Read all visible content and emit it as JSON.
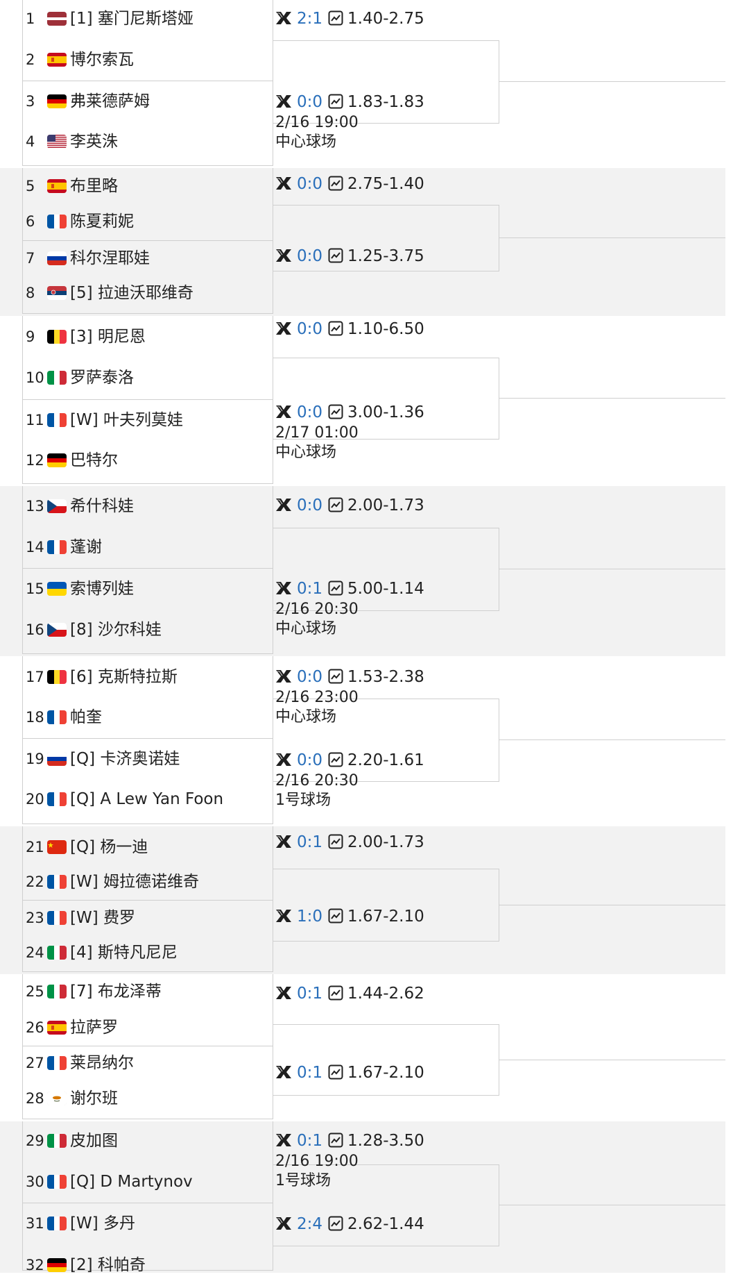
{
  "players": [
    {
      "num": "1",
      "flag": "latvia",
      "name": "[1] 塞门尼斯塔娅"
    },
    {
      "num": "2",
      "flag": "spain",
      "name": "博尔索瓦"
    },
    {
      "num": "3",
      "flag": "germany",
      "name": "弗莱德萨姆"
    },
    {
      "num": "4",
      "flag": "usa",
      "name": "李英洙"
    },
    {
      "num": "5",
      "flag": "spain",
      "name": "布里略"
    },
    {
      "num": "6",
      "flag": "france",
      "name": "陈夏莉妮"
    },
    {
      "num": "7",
      "flag": "russia",
      "name": "科尔涅耶娃"
    },
    {
      "num": "8",
      "flag": "serbia",
      "name": "[5] 拉迪沃耶维奇"
    },
    {
      "num": "9",
      "flag": "belgium",
      "name": "[3] 明尼恩"
    },
    {
      "num": "10",
      "flag": "italy",
      "name": "罗萨泰洛"
    },
    {
      "num": "11",
      "flag": "france",
      "name": "[W] 叶夫列莫娃"
    },
    {
      "num": "12",
      "flag": "germany",
      "name": "巴特尔"
    },
    {
      "num": "13",
      "flag": "czech",
      "name": "希什科娃"
    },
    {
      "num": "14",
      "flag": "france",
      "name": "蓬谢"
    },
    {
      "num": "15",
      "flag": "ukraine",
      "name": "索博列娃"
    },
    {
      "num": "16",
      "flag": "czech",
      "name": "[8] 沙尔科娃"
    },
    {
      "num": "17",
      "flag": "belgium",
      "name": "[6] 克斯特拉斯"
    },
    {
      "num": "18",
      "flag": "france",
      "name": "帕奎"
    },
    {
      "num": "19",
      "flag": "russia",
      "name": "[Q] 卡济奥诺娃"
    },
    {
      "num": "20",
      "flag": "france",
      "name": "[Q] A Lew Yan Foon"
    },
    {
      "num": "21",
      "flag": "china",
      "name": "[Q] 杨一迪"
    },
    {
      "num": "22",
      "flag": "france",
      "name": "[W] 姆拉德诺维奇"
    },
    {
      "num": "23",
      "flag": "france",
      "name": "[W] 费罗"
    },
    {
      "num": "24",
      "flag": "italy",
      "name": "[4] 斯特凡尼尼"
    },
    {
      "num": "25",
      "flag": "italy",
      "name": "[7] 布龙泽蒂"
    },
    {
      "num": "26",
      "flag": "spain",
      "name": "拉萨罗"
    },
    {
      "num": "27",
      "flag": "france",
      "name": "莱昂纳尔"
    },
    {
      "num": "28",
      "flag": "cyprus",
      "name": "谢尔班"
    },
    {
      "num": "29",
      "flag": "italy",
      "name": "皮加图"
    },
    {
      "num": "30",
      "flag": "france",
      "name": "[Q] D Martynov"
    },
    {
      "num": "31",
      "flag": "france",
      "name": "[W] 多丹"
    },
    {
      "num": "32",
      "flag": "germany",
      "name": "[2] 科帕奇"
    }
  ],
  "matches": [
    {
      "score": "2:1",
      "odds": "1.40-2.75",
      "info": []
    },
    {
      "score": "0:0",
      "odds": "1.83-1.83",
      "info": [
        "2/16 19:00",
        "中心球场"
      ]
    },
    {
      "score": "0:0",
      "odds": "2.75-1.40",
      "info": []
    },
    {
      "score": "0:0",
      "odds": "1.25-3.75",
      "info": []
    },
    {
      "score": "0:0",
      "odds": "1.10-6.50",
      "info": []
    },
    {
      "score": "0:0",
      "odds": "3.00-1.36",
      "info": [
        "2/17 01:00",
        "中心球场"
      ]
    },
    {
      "score": "0:0",
      "odds": "2.00-1.73",
      "info": []
    },
    {
      "score": "0:1",
      "odds": "5.00-1.14",
      "info": [
        "2/16 20:30",
        "中心球场"
      ]
    },
    {
      "score": "0:0",
      "odds": "1.53-2.38",
      "info": [
        "2/16 23:00",
        "中心球场"
      ]
    },
    {
      "score": "0:0",
      "odds": "2.20-1.61",
      "info": [
        "2/16 20:30",
        "1号球场"
      ]
    },
    {
      "score": "0:1",
      "odds": "2.00-1.73",
      "info": []
    },
    {
      "score": "1:0",
      "odds": "1.67-2.10",
      "info": []
    },
    {
      "score": "0:1",
      "odds": "1.44-2.62",
      "info": []
    },
    {
      "score": "0:1",
      "odds": "1.67-2.10",
      "info": []
    },
    {
      "score": "0:1",
      "odds": "1.28-3.50",
      "info": [
        "2/16 19:00",
        "1号球场"
      ]
    },
    {
      "score": "2:4",
      "odds": "2.62-1.44",
      "info": []
    }
  ],
  "icons": {
    "score_icon": "crossed-rackets-icon",
    "odds_icon": "trend-chart-icon"
  },
  "colors": {
    "score": "#2a6fba",
    "band_shade": "#f2f2f2",
    "line": "#cfcfcf"
  }
}
